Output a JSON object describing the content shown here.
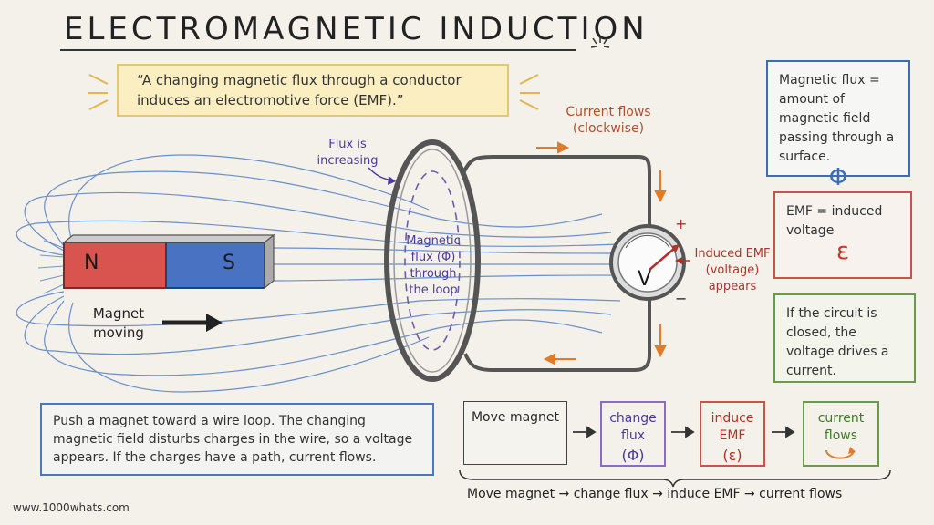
{
  "title": "ELECTROMAGNETIC INDUCTION",
  "quote": "“A changing magnetic flux through a conductor induces an electromotive force (EMF).”",
  "flux_definition": {
    "text": "Magnetic flux = amount of magnetic field passing through a surface.",
    "symbol": "Φ"
  },
  "emf_definition": {
    "text": "EMF = induced voltage",
    "symbol": "ε"
  },
  "closed_circuit_note": "If the circuit is closed, the voltage drives a current.",
  "magnet": {
    "north_label": "N",
    "south_label": "S",
    "caption": "Magnet moving"
  },
  "flux_increasing_note": "Flux is increasing",
  "loop_flux_label": "Magnetic flux (Φ) through the loop",
  "current_flows_note": "Current flows (clockwise)",
  "voltmeter": {
    "label": "V",
    "plus": "+",
    "minus": "−"
  },
  "induced_emf_note": "Induced EMF (voltage) appears",
  "explanation": "Push a magnet toward a wire loop. The changing magnetic field disturbs charges in the wire, so a voltage appears. If the charges have a path, current flows.",
  "flow_steps": {
    "move": "Move magnet",
    "flux": "change flux",
    "flux_symbol": "(Φ)",
    "emf": "induce EMF",
    "emf_symbol": "(ε)",
    "current": "current flows",
    "arrow": "→"
  },
  "flow_summary": "Move magnet → change flux → induce EMF → current flows",
  "website": "www.1000whats.com",
  "colors": {
    "north": "#d9534f",
    "south": "#4a72c2",
    "flux": "#6b5bb0",
    "emf": "#c0392b",
    "current": "#e07b2a",
    "field_lines": "#3c6fc0"
  }
}
